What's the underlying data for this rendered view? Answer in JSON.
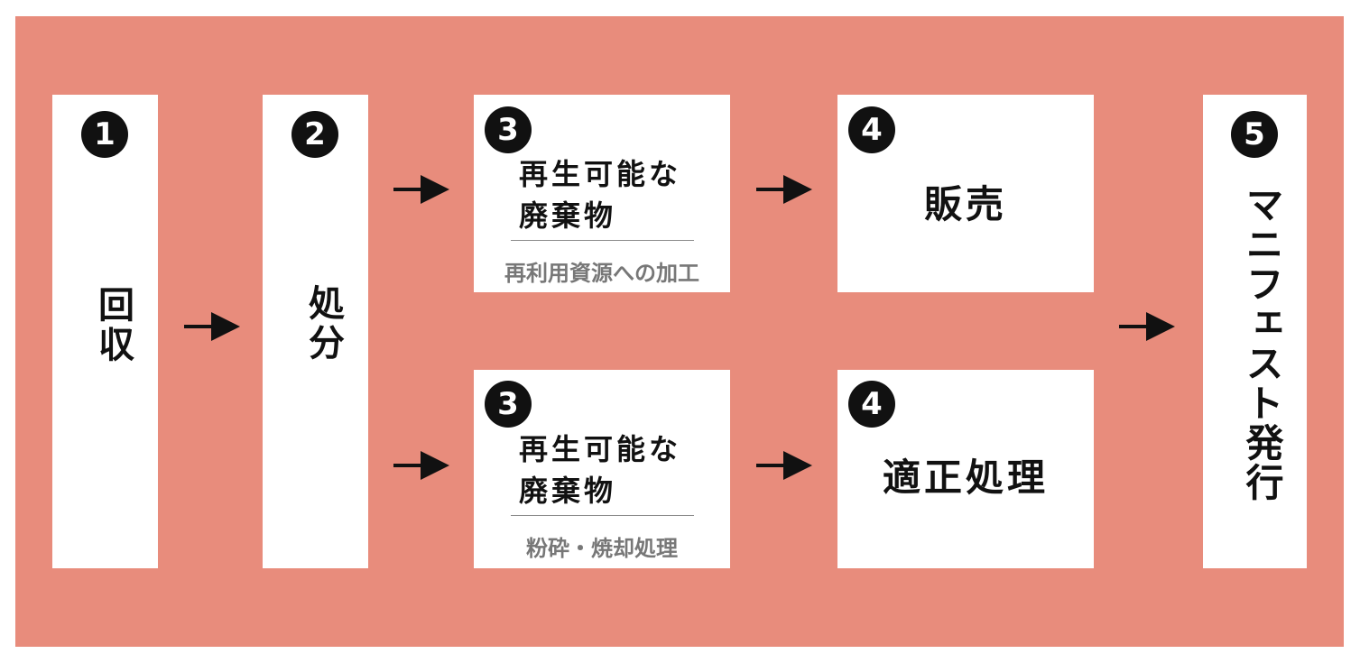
{
  "colors": {
    "background": "#e88c7c",
    "box": "#ffffff",
    "text": "#111111",
    "subtext": "#777777"
  },
  "steps": {
    "collect": {
      "number": "1",
      "label": "回収"
    },
    "dispose": {
      "number": "2",
      "label": "処分"
    },
    "renewable_top": {
      "number": "3",
      "title_line1": "再生可能な",
      "title_line2": "廃棄物",
      "sub": "再利用資源への加工"
    },
    "renewable_bottom": {
      "number": "3",
      "title_line1": "再生可能な",
      "title_line2": "廃棄物",
      "sub": "粉砕・焼却処理"
    },
    "sale": {
      "number": "4",
      "label": "販売"
    },
    "proper": {
      "number": "4",
      "label": "適正処理"
    },
    "manifest": {
      "number": "5",
      "label": "マニフェスト発行"
    }
  },
  "icons": {
    "arrow": "arrow-right-icon"
  }
}
